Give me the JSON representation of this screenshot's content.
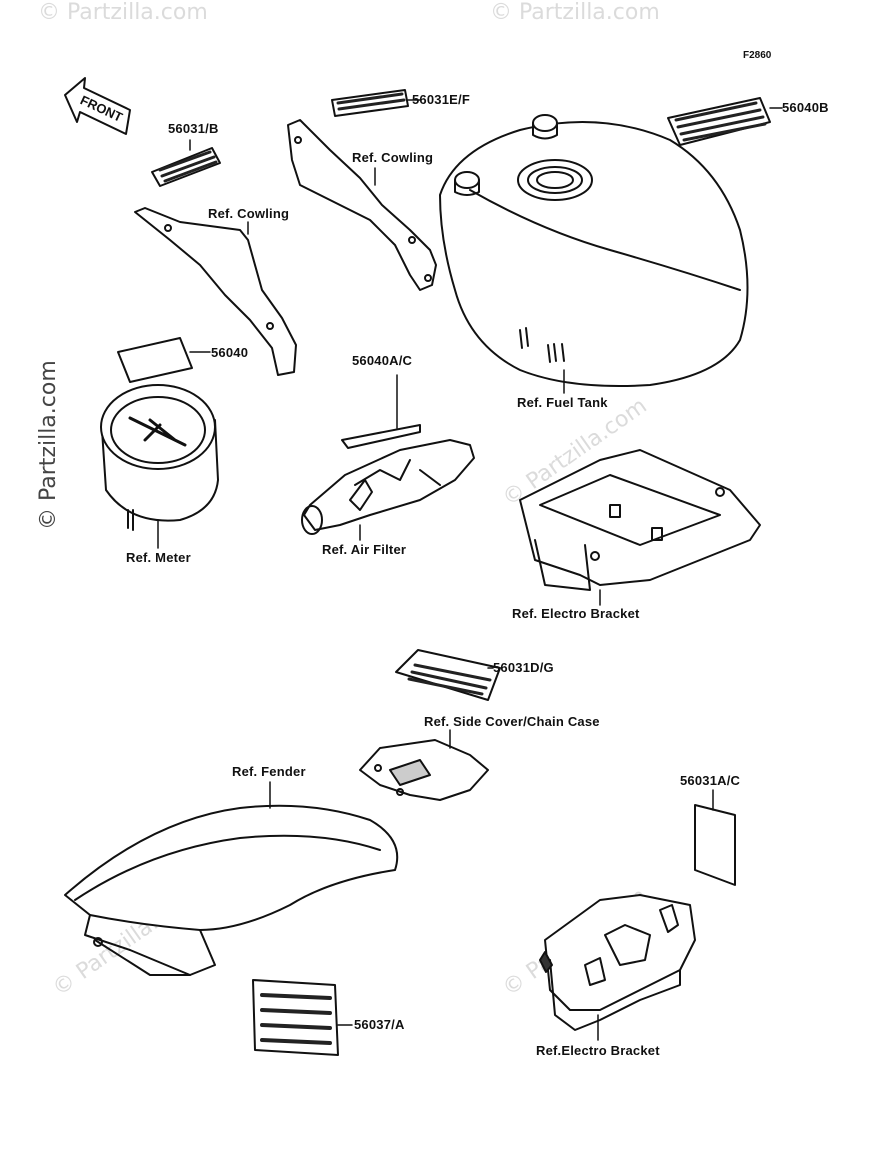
{
  "diagram_code": "F2860",
  "watermark": "© Partzilla.com",
  "front_arrow": "FRONT",
  "labels": {
    "p56031b": "56031/B",
    "p56031ef": "56031E/F",
    "p56040b": "56040B",
    "cowling1": "Ref. Cowling",
    "cowling2": "Ref. Cowling",
    "p56040": "56040",
    "p56040ac": "56040A/C",
    "fuel_tank": "Ref. Fuel Tank",
    "meter": "Ref. Meter",
    "air_filter": "Ref. Air Filter",
    "electro_bracket1": "Ref. Electro Bracket",
    "p56031dg": "56031D/G",
    "side_cover": "Ref. Side Cover/Chain Case",
    "fender": "Ref. Fender",
    "p56031ac": "56031A/C",
    "p56037a": "56037/A",
    "electro_bracket2": "Ref.Electro Bracket"
  }
}
